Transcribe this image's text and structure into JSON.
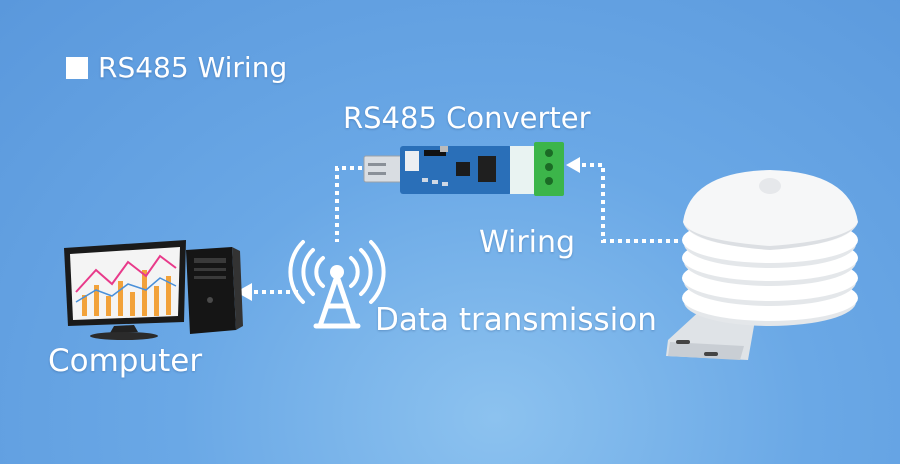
{
  "title": "RS485 Wiring",
  "labels": {
    "converter": "RS485 Converter",
    "wiring": "Wiring",
    "data_transmission": "Data transmission",
    "computer": "Computer"
  },
  "icons": [
    "computer-monitor-icon",
    "pc-tower-icon",
    "antenna-tower-icon",
    "usb-rs485-converter-icon",
    "weather-sensor-icon",
    "arrow-left-icon"
  ],
  "colors": {
    "background": "#6aa8e6",
    "text": "#ffffff",
    "converter_board": "#2a6fb8",
    "terminal_block": "#3cb54a"
  }
}
